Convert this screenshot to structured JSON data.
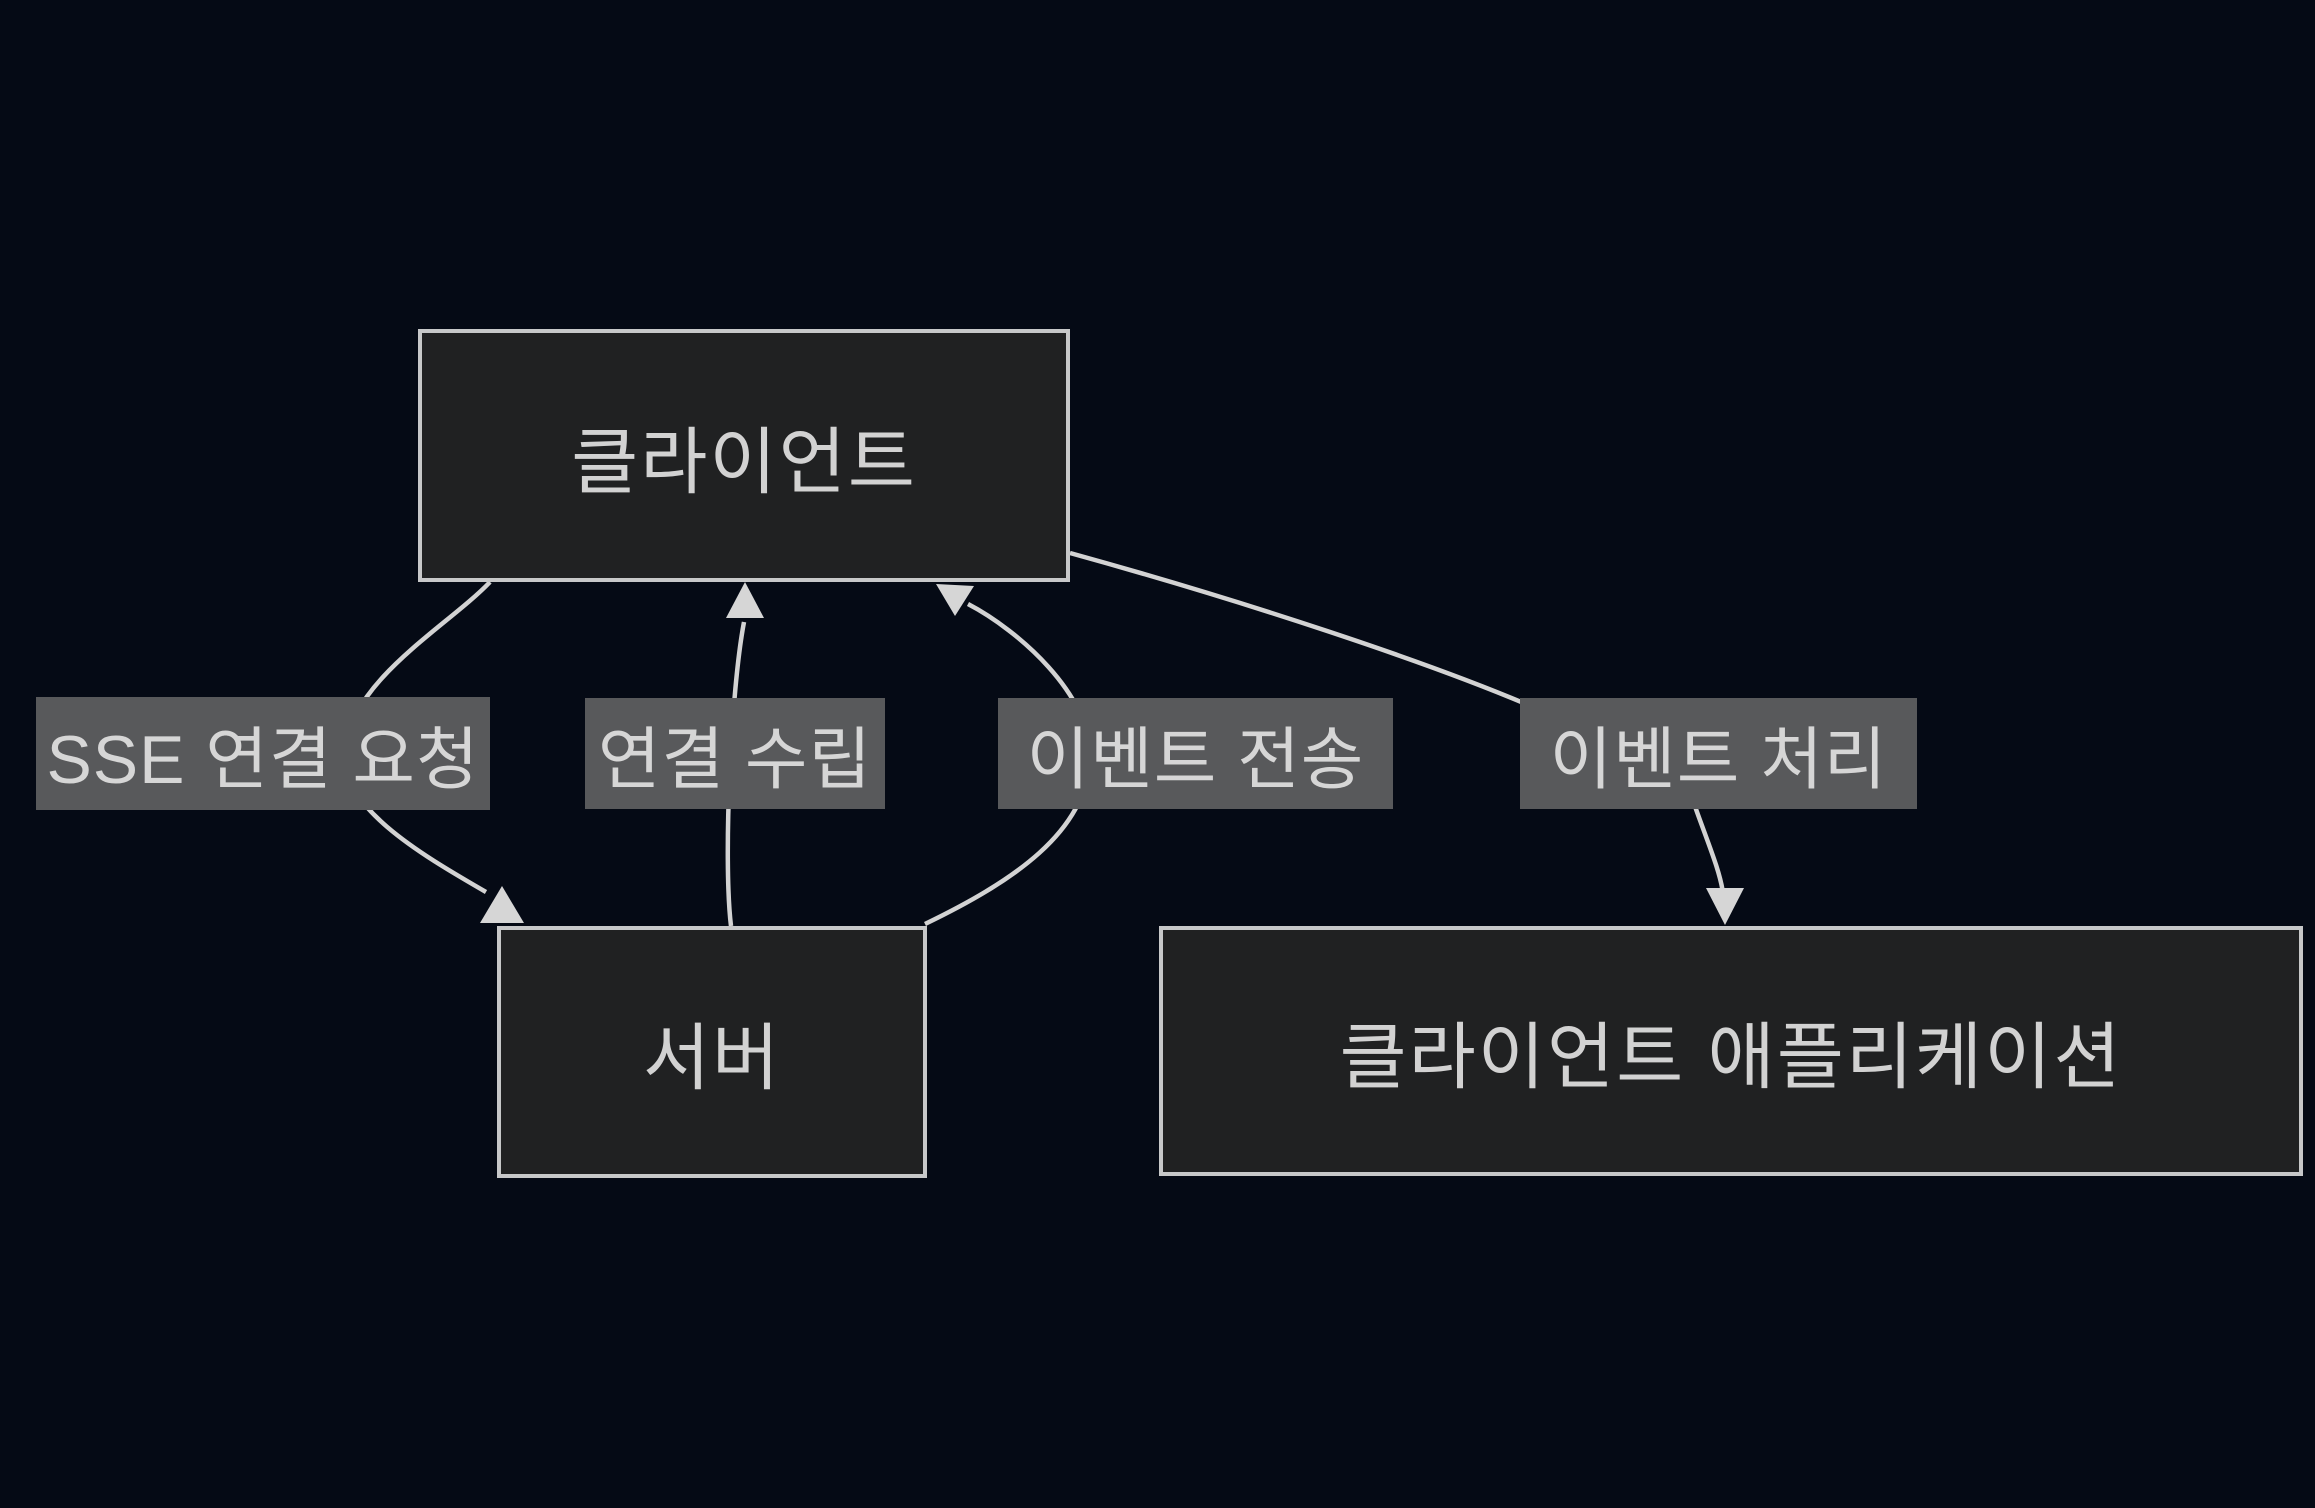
{
  "diagram": {
    "kind": "flowchart",
    "theme": "dark",
    "nodes": [
      {
        "id": "client",
        "label": "클라이언트"
      },
      {
        "id": "server",
        "label": "서버"
      },
      {
        "id": "client-app",
        "label": "클라이언트 애플리케이션"
      }
    ],
    "edges": [
      {
        "from": "클라이언트",
        "to": "서버",
        "label": "SSE 연결 요청"
      },
      {
        "from": "서버",
        "to": "클라이언트",
        "label": "연결 수립"
      },
      {
        "from": "서버",
        "to": "클라이언트",
        "label": "이벤트 전송"
      },
      {
        "from": "클라이언트",
        "to": "클라이언트 애플리케이션",
        "label": "이벤트 처리"
      }
    ],
    "colors": {
      "background": "#050a15",
      "node_fill": "#202122",
      "node_border": "#c7c8c9",
      "node_text": "#d2d2d2",
      "edge_line": "#d3d3d3",
      "edge_label_background": "#58595b",
      "edge_label_text": "#d6d6d6"
    }
  }
}
